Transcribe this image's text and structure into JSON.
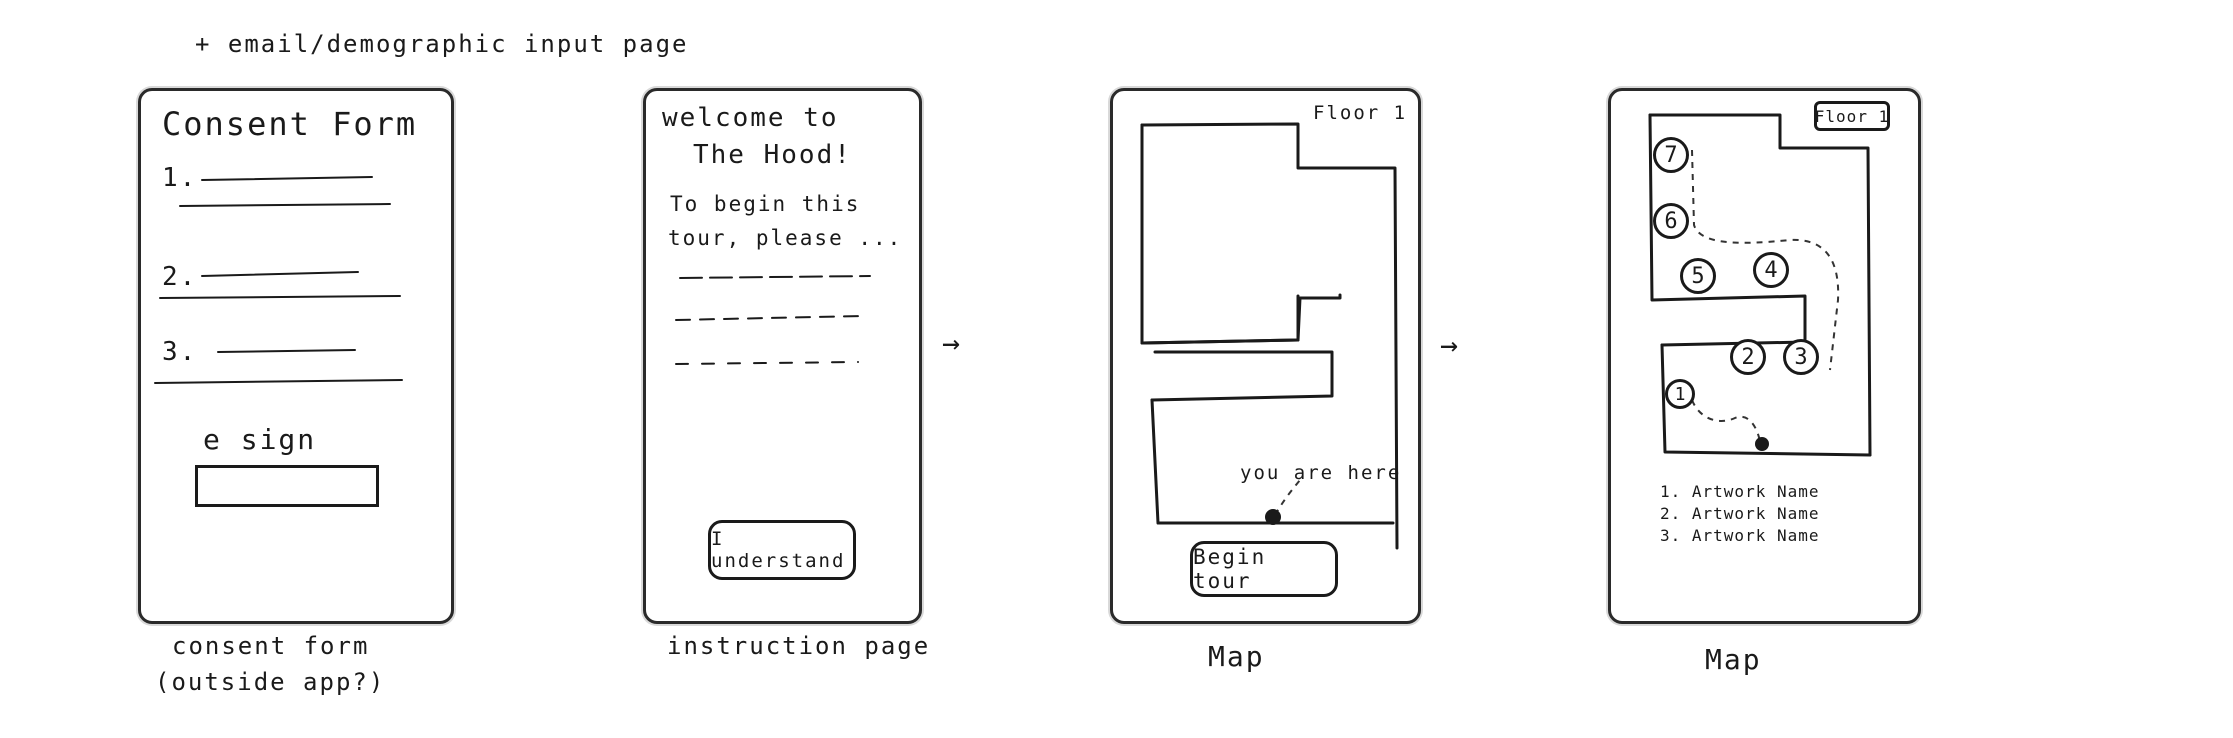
{
  "top_note": "+ email/demographic input page",
  "arrow_glyph": "→",
  "screens": {
    "consent": {
      "title": "Consent Form",
      "item_labels": [
        "1.",
        "2.",
        "3."
      ],
      "esign_label": "e sign",
      "caption_line1": "consent form",
      "caption_line2": "(outside app?)"
    },
    "instruction": {
      "heading_line1": "welcome to",
      "heading_line2": "The Hood!",
      "body_line1": "To begin this",
      "body_line2": "tour, please ...",
      "button_label": "I understand",
      "caption": "instruction page"
    },
    "map1": {
      "floor_label": "Floor 1",
      "location_label": "you are here",
      "button_label": "Begin tour",
      "caption": "Map"
    },
    "map2": {
      "floor_label": "Floor 1",
      "stops": [
        "7",
        "6",
        "5",
        "4",
        "2",
        "3",
        "1"
      ],
      "artworks": [
        "1. Artwork Name",
        "2. Artwork Name",
        "3. Artwork Name"
      ],
      "caption": "Map"
    }
  }
}
